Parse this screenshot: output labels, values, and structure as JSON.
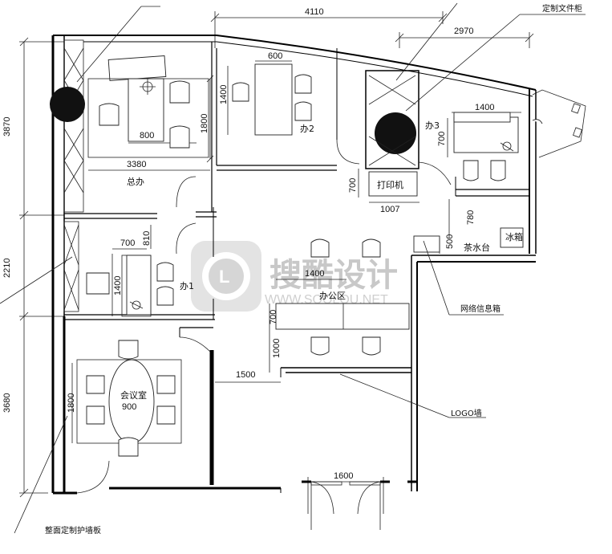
{
  "dimensions": {
    "top_overall": "4110",
    "top_right": "2970",
    "left_upper": "3870",
    "left_middle": "2210",
    "left_lower": "3680",
    "boss_desk_width": "800",
    "boss_desk_depth": "1800",
    "boss_room_width": "3380",
    "office2_desk_width": "600",
    "office2_desk_depth": "1400",
    "office3_desk_width": "1400",
    "office3_desk_depth": "700",
    "printer_width": "1007",
    "printer_depth": "700",
    "tea_depth": "780",
    "tea_width": "500",
    "office1_desk_width": "700",
    "office1_desk_offset": "810",
    "office1_desk_depth": "1400",
    "open_desk_width": "1400",
    "open_desk_depth": "700",
    "open_gap": "1000",
    "meeting_span": "1800",
    "meeting_table": "900",
    "logo_wall_width": "1500",
    "entrance_width": "1600"
  },
  "rooms": {
    "boss_office": "总办",
    "office_1": "办1",
    "office_2": "办2",
    "office_3": "办3",
    "open_office": "办公区",
    "meeting_room": "会议室",
    "printer": "打印机",
    "tea_counter": "茶水台",
    "fridge": "冰箱"
  },
  "annotations": {
    "custom_cabinet": "定制文件柜",
    "network_box": "网络信息箱",
    "logo_wall": "LOGO墙",
    "wall_panel": "整面定制护墙板"
  },
  "watermark": {
    "text": "搜酷设计",
    "url": "WWW.SOOLOU.NET"
  }
}
